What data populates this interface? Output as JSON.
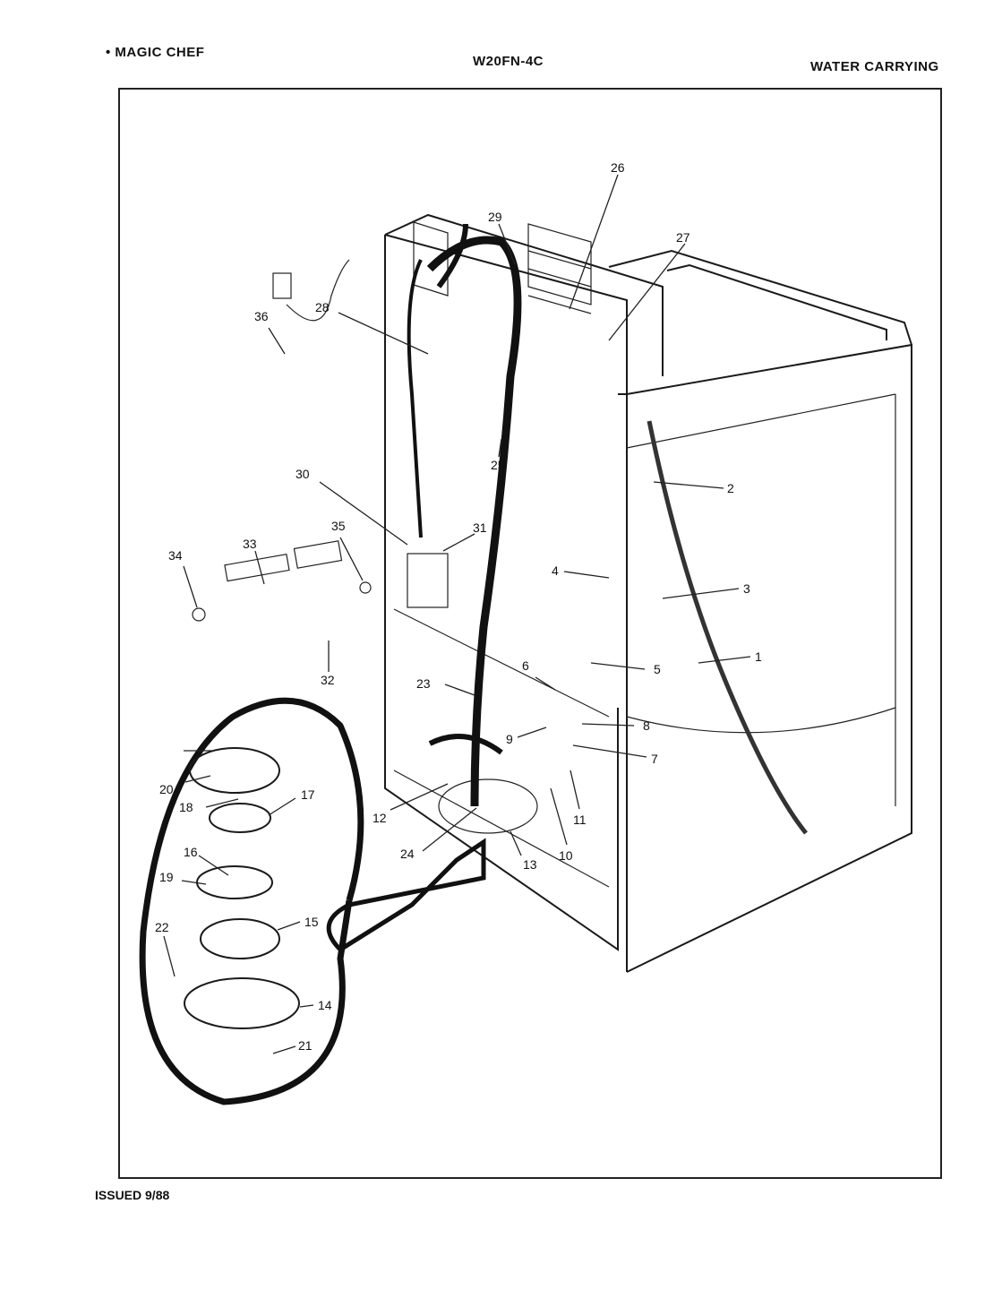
{
  "header": {
    "brand": "• MAGIC CHEF",
    "model": "W20FN-4C",
    "section": "WATER CARRYING"
  },
  "footer": {
    "issued": "ISSUED 9/88"
  },
  "callouts": [
    "1",
    "2",
    "3",
    "4",
    "5",
    "6",
    "7",
    "8",
    "9",
    "10",
    "11",
    "12",
    "13",
    "14",
    "15",
    "16",
    "17",
    "18",
    "19",
    "20",
    "21",
    "22",
    "23",
    "24",
    "25",
    "26",
    "27",
    "28",
    "29",
    "30",
    "31",
    "32",
    "33",
    "34",
    "35",
    "36"
  ]
}
